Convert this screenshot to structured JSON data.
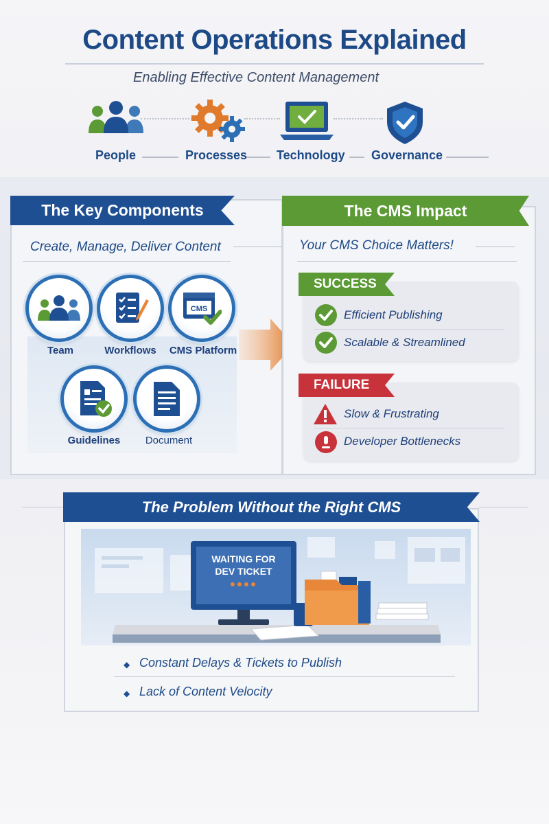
{
  "header": {
    "title": "Content Operations Explained",
    "subtitle": "Enabling Effective Content Management",
    "pillars": [
      "People",
      "Processes",
      "Technology",
      "Governance"
    ]
  },
  "key_components": {
    "heading": "The Key Components",
    "tagline": "Create, Manage, Deliver Content",
    "items": [
      {
        "label": "Team",
        "icon": "team-icon"
      },
      {
        "label": "Workflows",
        "icon": "checklist-icon"
      },
      {
        "label": "CMS Platform",
        "icon": "cms-window-icon",
        "icon_text": "CMS"
      },
      {
        "label": "Guidelines",
        "icon": "guidelines-doc-icon"
      },
      {
        "label": "Document",
        "icon": "document-icon"
      }
    ]
  },
  "cms_impact": {
    "heading": "The CMS Impact",
    "tagline": "Your CMS Choice Matters!",
    "success": {
      "tag": "SUCCESS",
      "items": [
        "Efficient Publishing",
        "Scalable & Streamlined"
      ]
    },
    "failure": {
      "tag": "FAILURE",
      "items": [
        "Slow & Frustrating",
        "Developer Bottlenecks"
      ]
    }
  },
  "problem": {
    "heading": "The Problem Without the Right CMS",
    "screen_text": "WAITING FOR\nDEV TICKET",
    "points": [
      "Constant Delays & Tickets to Publish",
      "Lack of Content Velocity"
    ]
  },
  "colors": {
    "navy": "#1f4f93",
    "green": "#5b9a35",
    "red": "#c8323a",
    "orange": "#e8873a"
  }
}
